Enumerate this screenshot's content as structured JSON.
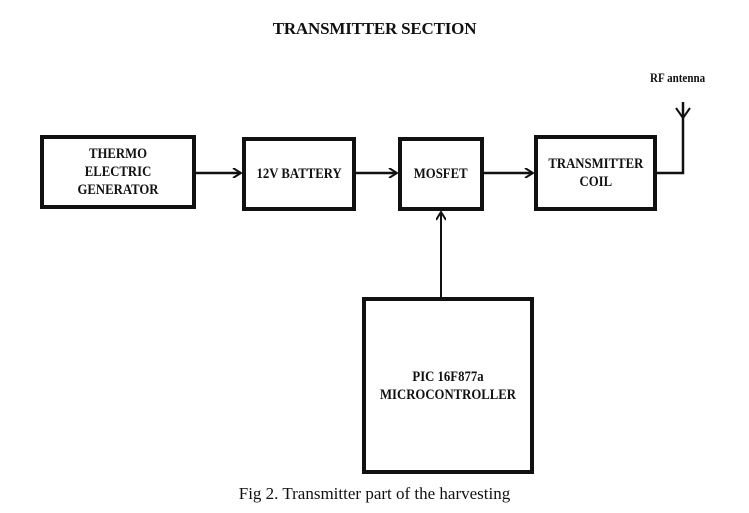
{
  "title": "TRANSMITTER SECTION",
  "antenna_label": "RF antenna",
  "blocks": {
    "teg": "THERMO ELECTRIC\nGENERATOR",
    "battery": "12V BATTERY",
    "mosfet": "MOSFET",
    "coil": "TRANSMITTER\nCOIL",
    "mcu": "PIC 16F877a\nMICROCONTROLLER"
  },
  "connections": [
    {
      "from": "THERMO ELECTRIC GENERATOR",
      "to": "12V BATTERY"
    },
    {
      "from": "12V BATTERY",
      "to": "MOSFET"
    },
    {
      "from": "MOSFET",
      "to": "TRANSMITTER COIL"
    },
    {
      "from": "PIC 16F877a MICROCONTROLLER",
      "to": "MOSFET"
    },
    {
      "from": "TRANSMITTER COIL",
      "to": "RF antenna"
    }
  ],
  "caption": "Fig 2. Transmitter part of the harvesting"
}
